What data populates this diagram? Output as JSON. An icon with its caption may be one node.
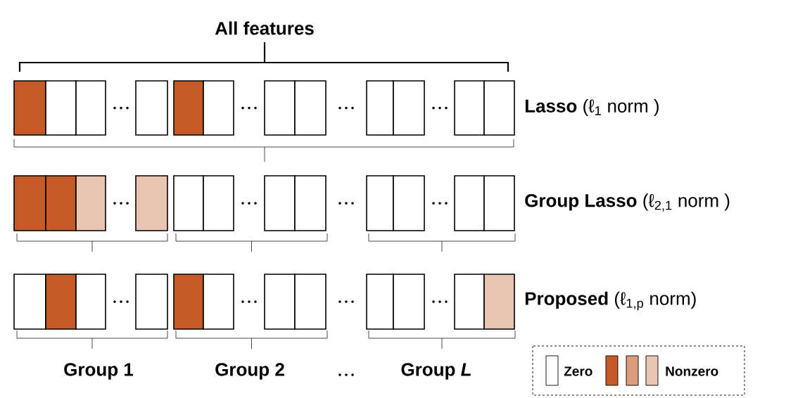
{
  "diagram": {
    "labels": [
      "All features",
      "**Lasso** (ℓ$_{1}$ norm )",
      "**Group Lasso** (ℓ$_{2,1}$ norm )",
      "**Proposed**  (ℓ$_{1,p}$ norm)",
      "Group 1",
      "Group 2",
      "Group *L*"
    ],
    "legend": [
      {
        "text": "Zero"
      },
      {
        "text": "Nonzero",
        "color": "#c55a28"
      }
    ]
  }
}
